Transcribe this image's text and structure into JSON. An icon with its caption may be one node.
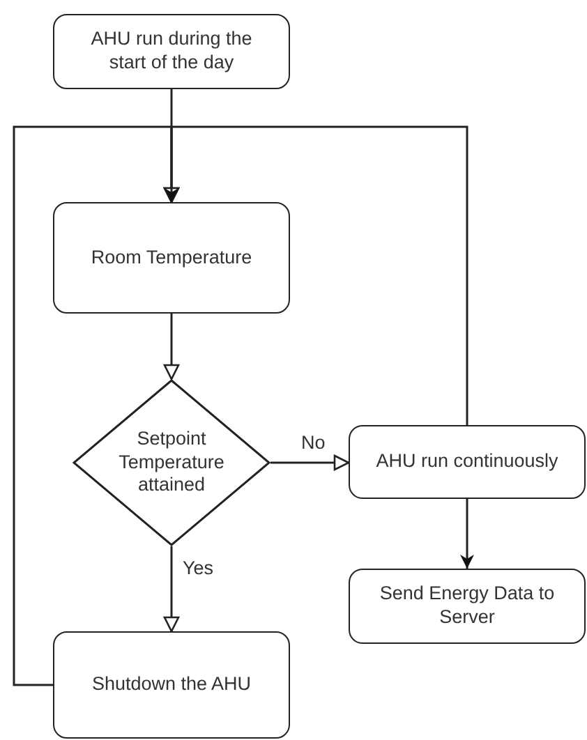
{
  "diagram": {
    "nodes": [
      {
        "text": [
          "AHU run during the start of the day"
        ]
      },
      {
        "text": [
          "Room Temperature"
        ]
      },
      {
        "text": [
          "Setpoint Temperature attained"
        ]
      },
      {
        "text": [
          "AHU run continuously"
        ]
      },
      {
        "text": [
          "Send Energy Data to Server"
        ]
      },
      {
        "text": [
          "Shutdown the AHU"
        ]
      }
    ],
    "edges": [
      {
        "from": 0,
        "to": 1,
        "arrow": "to"
      },
      {
        "from": 5,
        "to": 1,
        "arrow": "to"
      },
      {
        "from": 3,
        "to": 1,
        "arrow": "to"
      },
      {
        "from": 1,
        "to": 2,
        "arrow": "to"
      },
      {
        "from": 2,
        "to": 3,
        "arrow": "to",
        "label": "No"
      },
      {
        "from": 2,
        "to": 5,
        "arrow": "to",
        "label": "Yes"
      },
      {
        "from": 3,
        "to": 4,
        "arrow": "to"
      }
    ]
  }
}
